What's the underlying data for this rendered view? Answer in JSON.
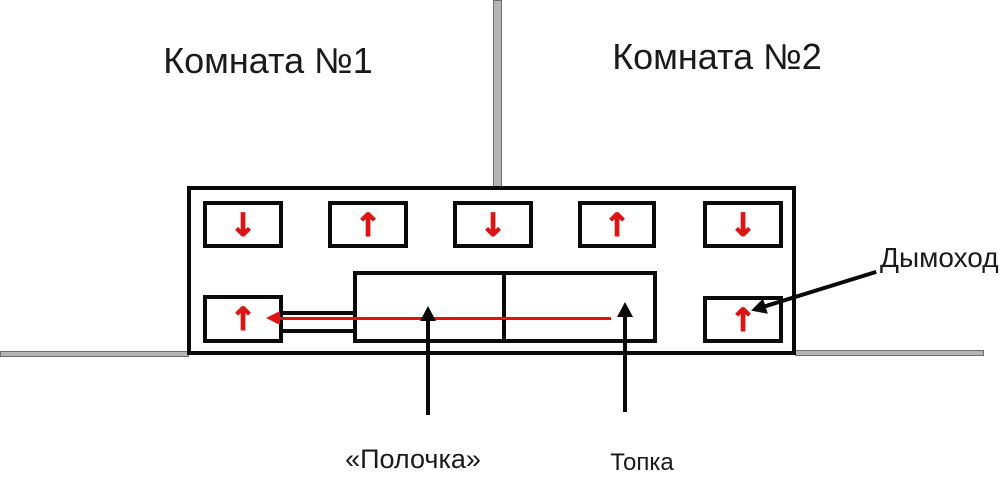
{
  "diagram": {
    "rooms": [
      {
        "label": "Комната №1"
      },
      {
        "label": "Комната №2"
      }
    ],
    "stove": {
      "top_channels": [
        {
          "flow": "down",
          "glyph": "↓"
        },
        {
          "flow": "up",
          "glyph": "↑"
        },
        {
          "flow": "down",
          "glyph": "↓"
        },
        {
          "flow": "up",
          "glyph": "↑"
        },
        {
          "flow": "down",
          "glyph": "↓"
        }
      ],
      "left_channel": {
        "flow": "up",
        "glyph": "↑"
      },
      "right_channel": {
        "flow": "up",
        "glyph": "↑"
      }
    },
    "callouts": {
      "chimney": "Дымоход",
      "shelf": "«Полочка»",
      "firebox": "Топка"
    }
  },
  "colors": {
    "flow_red": "#dd1414",
    "line_black": "#0a0a0a",
    "wall_fill": "#b5b5b5",
    "wall_edge": "#6e6e6e",
    "text": "#1a1a1a"
  }
}
